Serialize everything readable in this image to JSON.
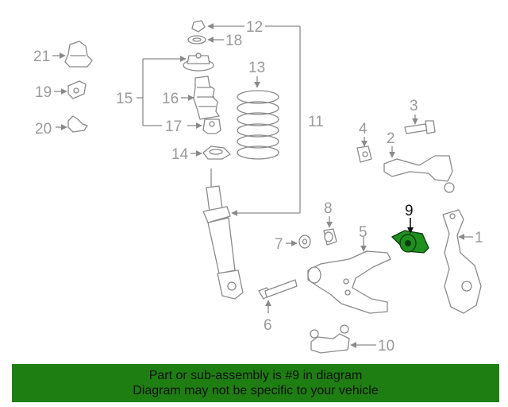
{
  "callouts": {
    "c1": "1",
    "c2": "2",
    "c3": "3",
    "c4": "4",
    "c5": "5",
    "c6": "6",
    "c7": "7",
    "c8": "8",
    "c9": "9",
    "c10": "10",
    "c11": "11",
    "c12": "12",
    "c13": "13",
    "c14": "14",
    "c15": "15",
    "c16": "16",
    "c17": "17",
    "c18": "18",
    "c19": "19",
    "c20": "20",
    "c21": "21"
  },
  "highlight": {
    "part_number": "9",
    "color": "#1f8f1f"
  },
  "banner": {
    "line1": "Part or sub-assembly is #9 in diagram",
    "line2": "Diagram may not be specific to your vehicle",
    "background": "#1e7e12"
  }
}
